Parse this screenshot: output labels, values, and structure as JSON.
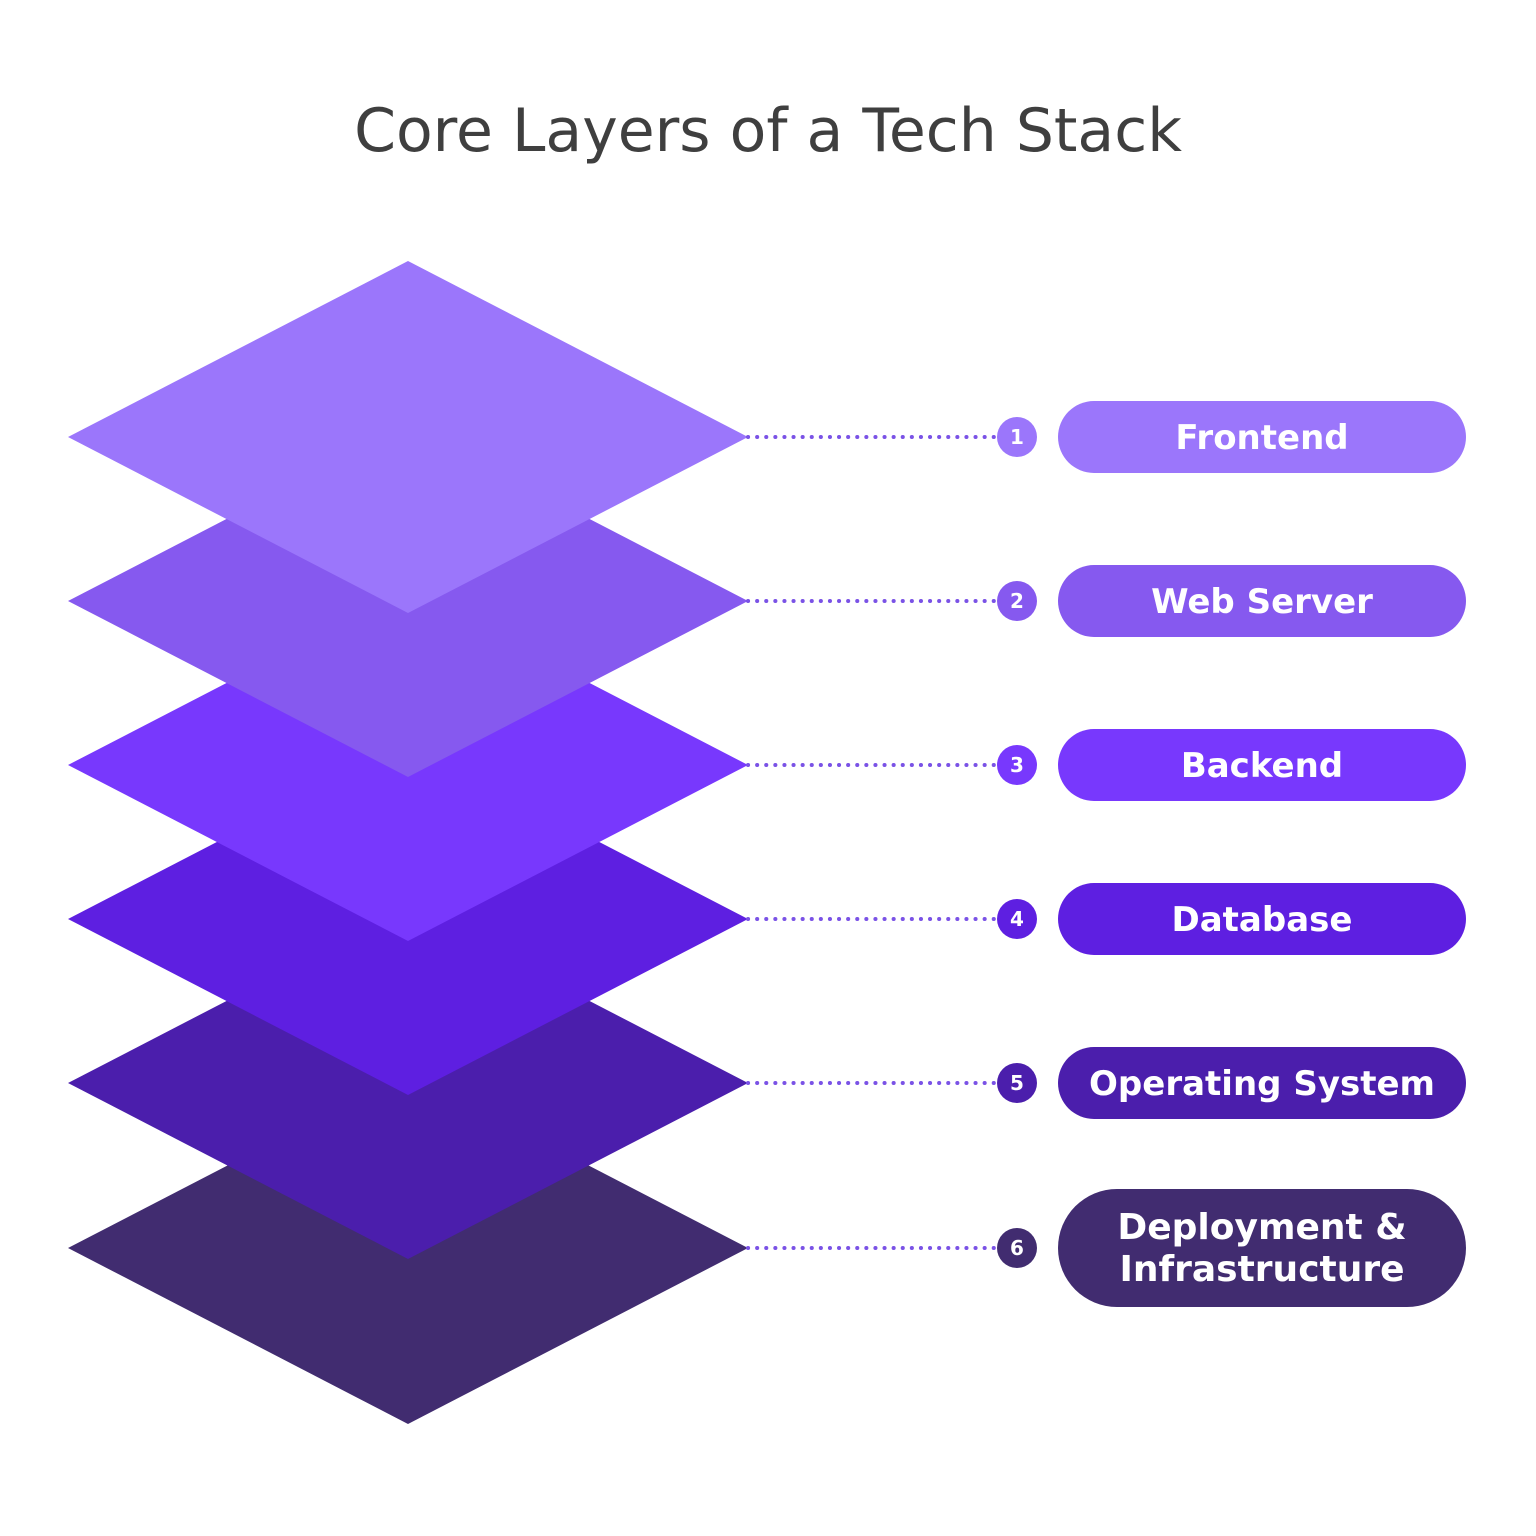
{
  "title": "Core Layers of a Tech Stack",
  "layers": [
    {
      "number": "1",
      "label_lines": [
        "Frontend"
      ],
      "color": "#9b76fb"
    },
    {
      "number": "2",
      "label_lines": [
        "Web Server"
      ],
      "color": "#8659ef"
    },
    {
      "number": "3",
      "label_lines": [
        "Backend"
      ],
      "color": "#7838fd"
    },
    {
      "number": "4",
      "label_lines": [
        "Database"
      ],
      "color": "#5e1fe1"
    },
    {
      "number": "5",
      "label_lines": [
        "Operating System"
      ],
      "color": "#4b1eac"
    },
    {
      "number": "6",
      "label_lines": [
        "Deployment &",
        "Infrastructure"
      ],
      "color": "#412c70"
    }
  ],
  "connector_color": "#7a52e6",
  "background": "#ffffff"
}
